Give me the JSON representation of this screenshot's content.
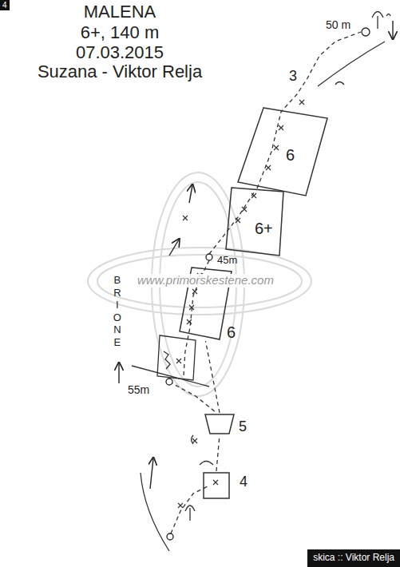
{
  "diagram": {
    "title": "MALENA",
    "caption": "skica :: Viktor Relja",
    "nodes": [
      {
        "text": [
          "6"
        ]
      },
      {
        "text": [
          "6+"
        ]
      },
      {
        "text": [
          "6"
        ]
      },
      {
        "text": [
          "5"
        ]
      },
      {
        "text": [
          "4"
        ]
      }
    ],
    "edges": [
      {
        "from": 4,
        "to": 3,
        "arrow": "none"
      },
      {
        "from": 3,
        "to": 2,
        "arrow": "none"
      }
    ],
    "labels": [
      "4",
      "6+, 140 m",
      "07.03.2015",
      "Suzana - Viktor Relja",
      "50 m",
      "3",
      "45m",
      "BRIONE",
      "www.primorskestene.com",
      "55m"
    ]
  }
}
